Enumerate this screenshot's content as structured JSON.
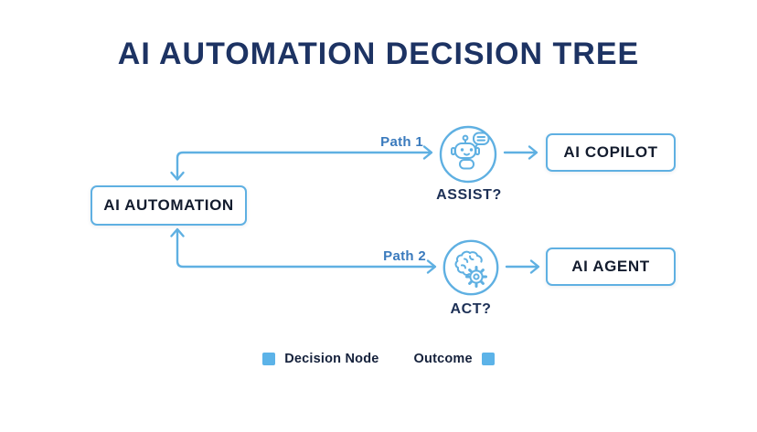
{
  "title": "AI AUTOMATION DECISION TREE",
  "diagram": {
    "root": {
      "label": "AI AUTOMATION"
    },
    "branches": [
      {
        "path_label": "Path 1",
        "decision": {
          "label": "ASSIST?",
          "icon": "robot-chat-icon"
        },
        "outcome": {
          "label": "AI COPILOT"
        }
      },
      {
        "path_label": "Path 2",
        "decision": {
          "label": "ACT?",
          "icon": "brain-gear-icon"
        },
        "outcome": {
          "label": "AI AGENT"
        }
      }
    ]
  },
  "legend": {
    "decision_label": "Decision Node",
    "outcome_label": "Outcome"
  },
  "colors": {
    "line_blue": "#5fb0e2",
    "legend_square_blue": "#5cb3e8",
    "path_label_blue": "#3a7abd",
    "title_navy": "#1d3363",
    "node_text_dark": "#131c2e",
    "decision_label_navy": "#1d3056"
  }
}
